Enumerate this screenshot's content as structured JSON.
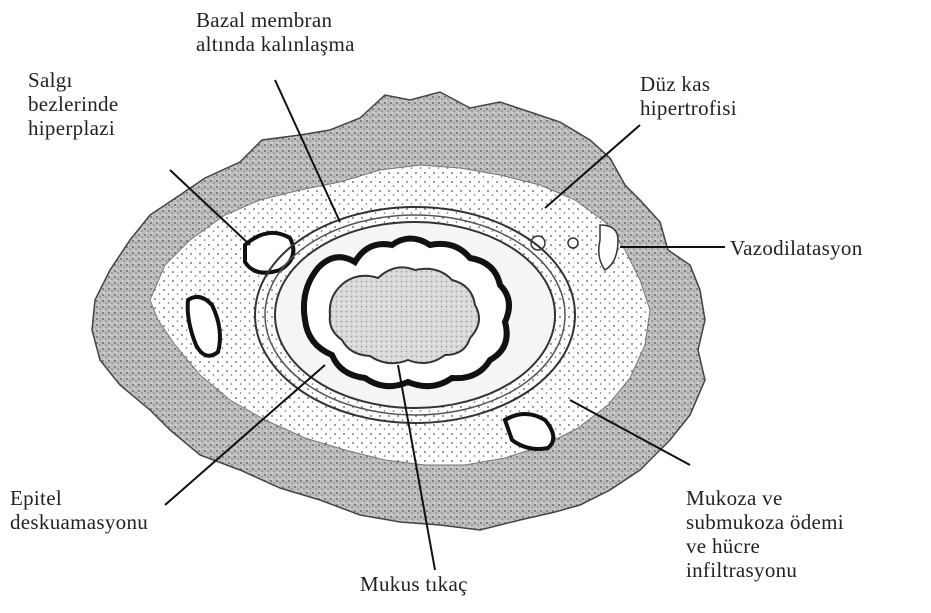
{
  "labels": {
    "bazal": [
      "Bazal membran",
      "altında kalınlaşma"
    ],
    "salgi": [
      "Salgı",
      "bezlerinde",
      "hiperplazi"
    ],
    "duz_kas": [
      "Düz kas",
      "hipertrofisi"
    ],
    "vazo": [
      "Vazodilatasyon"
    ],
    "epitel": [
      "Epitel",
      "deskuamasyonu"
    ],
    "mukus": [
      "Mukus tıkaç"
    ],
    "mukoza": [
      "Mukoza ve",
      "submukoza ödemi",
      "ve hücre",
      "infiltrasyonu"
    ]
  }
}
